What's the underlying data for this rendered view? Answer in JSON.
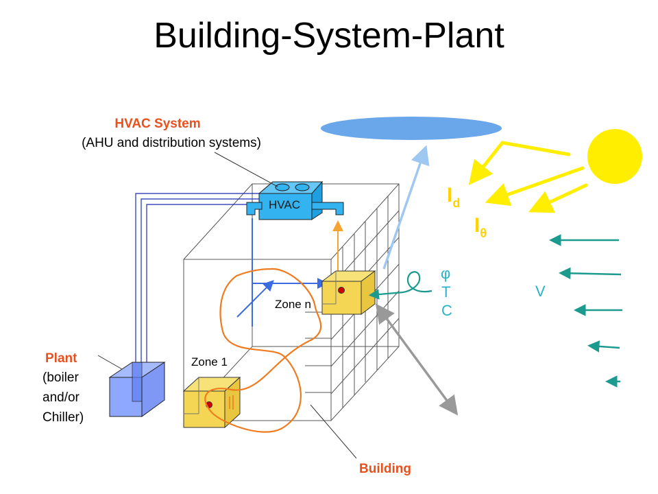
{
  "title": "Building-System-Plant",
  "hvac_system": {
    "title": "HVAC System",
    "subtitle": "(AHU and distribution systems)"
  },
  "hvac_unit_label": "HVAC",
  "plant": {
    "title": "Plant",
    "line1": "(boiler",
    "line2": "and/or",
    "line3": "Chiller)"
  },
  "zone_1_label": "Zone 1",
  "zone_n_label": "Zone n",
  "building_label": "Building",
  "radiation": {
    "direct": "I",
    "direct_sub": "d",
    "diffuse": "I",
    "diffuse_sub": "θ"
  },
  "weather": {
    "humidity": "φ",
    "temperature": "T",
    "co2": "C",
    "wind": "V"
  },
  "colors": {
    "accent_label": "#e8501e",
    "sun": "#ffee00",
    "sky": "#6aa6ea",
    "wind": "#1c9a8e",
    "zone": "#f5d654",
    "plant": "#8fa8ff",
    "hvac": "#33b3f0",
    "supply_duct": "#3b6be0",
    "return_duct": "#f5a331",
    "air_path": "#f07a1e"
  }
}
